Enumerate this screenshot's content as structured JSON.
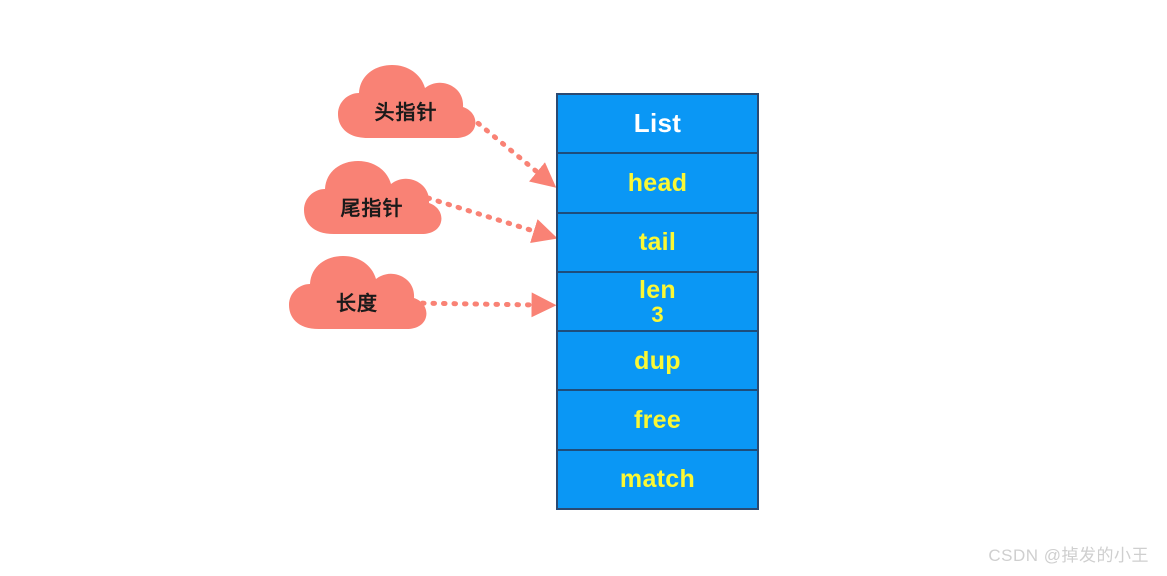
{
  "diagram": {
    "title": "Redis List struct diagram",
    "colors": {
      "cell_fill": "#0a97f5",
      "cell_border": "#2b4a72",
      "field_text": "#fbf834",
      "title_text": "#ffffff",
      "cloud_fill": "#f98275",
      "arrow": "#f98275",
      "background": "#ffffff",
      "watermark_text": "#cfcfcf"
    },
    "struct": {
      "name": "List",
      "rows": [
        {
          "label": "List",
          "value": ""
        },
        {
          "label": "head",
          "value": ""
        },
        {
          "label": "tail",
          "value": ""
        },
        {
          "label": "len",
          "value": "3"
        },
        {
          "label": "dup",
          "value": ""
        },
        {
          "label": "free",
          "value": ""
        },
        {
          "label": "match",
          "value": ""
        }
      ]
    },
    "callouts": [
      {
        "label": "头指针",
        "target": "head"
      },
      {
        "label": "尾指针",
        "target": "tail"
      },
      {
        "label": "长度",
        "target": "len"
      }
    ],
    "watermark": "CSDN @掉发的小王"
  }
}
